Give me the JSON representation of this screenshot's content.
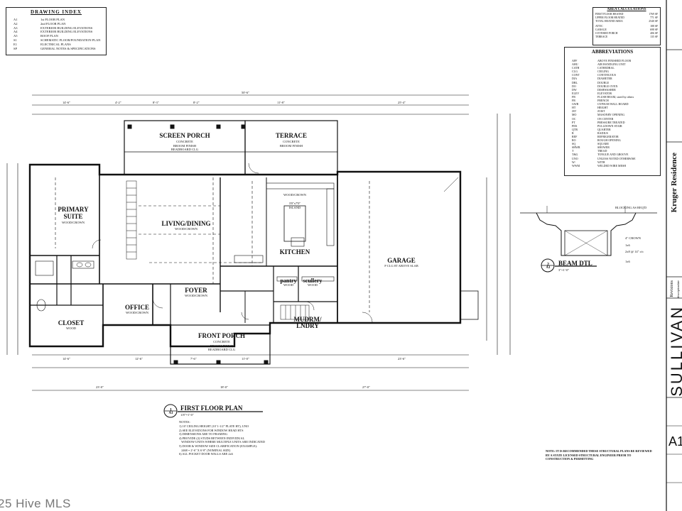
{
  "drawing_index": {
    "title": "DRAWING INDEX",
    "items": [
      {
        "code": "A1",
        "desc": "1st FLOOR PLAN"
      },
      {
        "code": "A2",
        "desc": "2nd FLOOR PLAN"
      },
      {
        "code": "A3",
        "desc": "EXTERIOR BUILDING ELEVATIONS"
      },
      {
        "code": "A4",
        "desc": "EXTERIOR BUILDING ELEVATIONS"
      },
      {
        "code": "A5",
        "desc": "ROOF PLAN"
      },
      {
        "code": "S1",
        "desc": "SCHEMATIC FLOOR/FOUNDATION PLAN"
      },
      {
        "code": "E1",
        "desc": "ELECTRICAL PLANS"
      },
      {
        "code": "SP",
        "desc": "GENERAL NOTES & SPECIFICATIONS"
      }
    ]
  },
  "area_calc": {
    "title": "AREA CALCULATIONS",
    "rows": [
      {
        "label": "FIRST FLOOR HEATED",
        "value": "1769 SF"
      },
      {
        "label": "UPPER FLOOR HEATED",
        "value": "771 SF"
      },
      {
        "label": "TOTAL HEATED AREA",
        "value": "2540 SF"
      },
      {
        "label": "ATTIC",
        "value": "188 SF"
      },
      {
        "label": "GARAGE",
        "value": "698 SF"
      },
      {
        "label": "COVERED PORCH",
        "value": "406 SF"
      },
      {
        "label": "TERRACE",
        "value": "135 SF"
      }
    ]
  },
  "abbreviations": {
    "title": "ABBREVIATIONS",
    "rows": [
      [
        "AFF",
        "ABOVE FINISHED FLOOR"
      ],
      [
        "AHU",
        "AIR HANDLING UNIT"
      ],
      [
        "CATH",
        "CATHEDRAL"
      ],
      [
        "CLG",
        "CEILING"
      ],
      [
        "CONT",
        "CONTINUOUS"
      ],
      [
        "DIA",
        "DIAMETER"
      ],
      [
        "DBL",
        "DOUBLE"
      ],
      [
        "DO",
        "DOUBLE OVEN"
      ],
      [
        "DW",
        "DISHWASHER"
      ],
      [
        "ELEV",
        "ELEVATOR"
      ],
      [
        "FB",
        "FLUSH BEAM, sized by others"
      ],
      [
        "FR",
        "FRENCH"
      ],
      [
        "GWB",
        "GYPSUM WALL BOARD"
      ],
      [
        "HT",
        "HEIGHT"
      ],
      [
        "JST",
        "JOIST"
      ],
      [
        "MO",
        "MASONRY OPENING"
      ],
      [
        "OC",
        "ON CENTER"
      ],
      [
        "PT",
        "PRESSURE TREATED"
      ],
      [
        "PDS",
        "PULLDOWN STAIR"
      ],
      [
        "QTR",
        "QUARTER"
      ],
      [
        "R",
        "RADIUS"
      ],
      [
        "REF",
        "REFRIGERATOR"
      ],
      [
        "RO",
        "ROUGH OPENING"
      ],
      [
        "SQ",
        "SQUARE"
      ],
      [
        "SHWR",
        "SHOWER"
      ],
      [
        "T",
        "TREAD"
      ],
      [
        "T&G",
        "TONGUE AND GROOVE"
      ],
      [
        "UNO",
        "UNLESS NOTED OTHERWISE"
      ],
      [
        "W/",
        "WITH"
      ],
      [
        "WWM",
        "WELDED WIRE MESH"
      ]
    ]
  },
  "rooms": {
    "screen_porch": {
      "name": "SCREEN PORCH",
      "sub": "CONCRETE\nBROOM FINISH\nBEADBOARD CLG"
    },
    "terrace": {
      "name": "TERRACE",
      "sub": "CONCRETE\nBROOM FINISH"
    },
    "primary_suite": {
      "name": "PRIMARY\nSUITE",
      "sub": "WOOD/CROWN"
    },
    "living_dining": {
      "name": "LIVING/DINING",
      "sub": "WOOD/CROWN"
    },
    "kitchen": {
      "name": "KITCHEN",
      "sub": "WOOD/CROWN"
    },
    "garage": {
      "name": "GARAGE",
      "sub": "P CLG 8T ABOVE SLAB"
    },
    "foyer": {
      "name": "FOYER",
      "sub": "WOOD/CROWN"
    },
    "office": {
      "name": "OFFICE",
      "sub": "WOOD/CROWN"
    },
    "closet": {
      "name": "CLOSET",
      "sub": "WOOD"
    },
    "front_porch": {
      "name": "FRONT PORCH",
      "sub": "CONCRETE\nBROOM FINISH\nBEADBOARD CLG"
    },
    "pantry": {
      "name": "pantry",
      "sub": "WOOD"
    },
    "scullery": {
      "name": "scullery",
      "sub": "WOOD"
    },
    "mudrm": {
      "name": "MUDRM/\nLNDRY",
      "sub": ""
    },
    "island": {
      "name": "3'0\"x7'0\"\nISLAND",
      "sub": ""
    }
  },
  "plan_title": {
    "number": "1",
    "sheet": "A1",
    "title": "FIRST FLOOR PLAN",
    "scale": "1/8\"=1'-0\"",
    "notes_heading": "NOTES:",
    "notes": [
      "1) 10' CEILING HEIGHT (10' 1-1/2\" PLATE HT), UNO",
      "2) SEE ELEVATIONS FOR WINDOW HEAD HTS",
      "3) DIMENSIONS ARE TO FRAMING",
      "4) PROVIDE (2) STUDS BETWEEN INDIVIDUAL",
      "   WINDOW UNITS WHERE MULTIPLE UNITS ARE INDICATED",
      "5) DOOR & WINDOW SIZE CLARIFICATION (EXAMPLE):",
      "   2468 = 2'-6\" X 6'-8\" (NOMINAL SIZE)",
      "6) ALL POCKET DOOR WALLS ARE 2x6"
    ]
  },
  "beam_detail": {
    "number": "2",
    "sheet": "A1",
    "title": "BEAM DTL",
    "scale": "3\"=1'-0\"",
    "labels": [
      "BLOCKING AS REQ'D",
      "4\" CROWN",
      "1x6",
      "2x8 @ 14\" o/c",
      "1x6"
    ]
  },
  "structural_note": "NOTE: IT IS RECOMMENDED THESE STRUCTURAL PLANS BE REVIEWED BY A STATE LICENSED STRUCTURAL ENGINEER PRIOR TO CONSTRUCTION & PERMITTING",
  "title_block": {
    "project": "Kruger Residence",
    "revisions": "Revisions",
    "date_label": "date",
    "desc_label": "description",
    "firm": "SULLIVAN",
    "sheet": "A1"
  },
  "watermark": "25 Hive MLS",
  "dimensions": {
    "overall_top": "50'-6\"",
    "top_segments": [
      "14'-6\"",
      "4'-2\"",
      "8'-3\"",
      "8'-2\"",
      "11'-8\"",
      "25'-4\""
    ],
    "bottom_segments": [
      "14'-6\"",
      "12'-6\"",
      "7'-6\"",
      "11'-0\"",
      "23'-6\""
    ],
    "overall_bottom": [
      "23'-0\"",
      "18'-0\"",
      "27'-0\""
    ]
  }
}
